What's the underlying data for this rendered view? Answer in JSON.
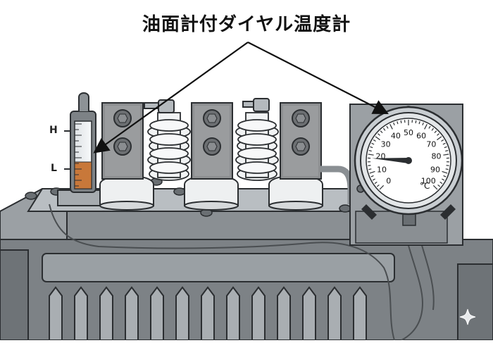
{
  "title": "油面計付ダイヤル温度計",
  "level_labels": {
    "high": "H",
    "low": "L"
  },
  "dial": {
    "unit": "°C",
    "ticks": [
      "0",
      "10",
      "20",
      "30",
      "40",
      "50",
      "60",
      "70",
      "80",
      "90",
      "100"
    ],
    "needle_value": 18
  },
  "oil_level_fraction": 0.4,
  "colors": {
    "tank": "#8a8f93",
    "tank_light": "#b4b9bd",
    "tank_dark": "#5f6468",
    "bushing_white": "#eef0f1",
    "terminal": "#8d8f91",
    "oil": "#c8783a",
    "outline": "#2b2e31"
  },
  "icons": [
    "sparkle-icon"
  ]
}
